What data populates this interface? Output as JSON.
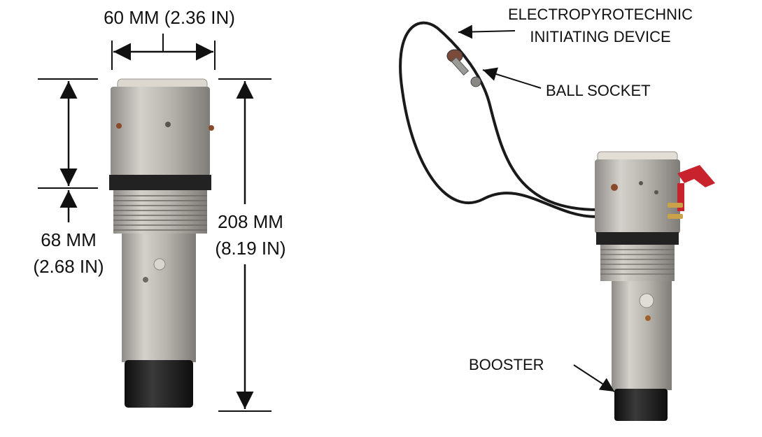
{
  "figure_a": {
    "width_label": "60 MM (2.36 IN)",
    "body_length_line1": "68 MM",
    "body_length_line2": "(2.68 IN)",
    "total_length_line1": "208 MM",
    "total_length_line2": "(8.19 IN)"
  },
  "figure_b": {
    "initiator_line1": "ELECTROPYROTECHNIC",
    "initiator_line2": "INITIATING DEVICE",
    "ball_socket": "BALL SOCKET",
    "booster": "BOOSTER"
  },
  "colors": {
    "aluminum": "#b9b6b0",
    "aluminum_dark": "#8e8b86",
    "band": "#2a2a2a",
    "booster": "#1c1c1c",
    "lever": "#c8232c",
    "wire": "#1a1a1a",
    "brass": "#c9a24a"
  }
}
